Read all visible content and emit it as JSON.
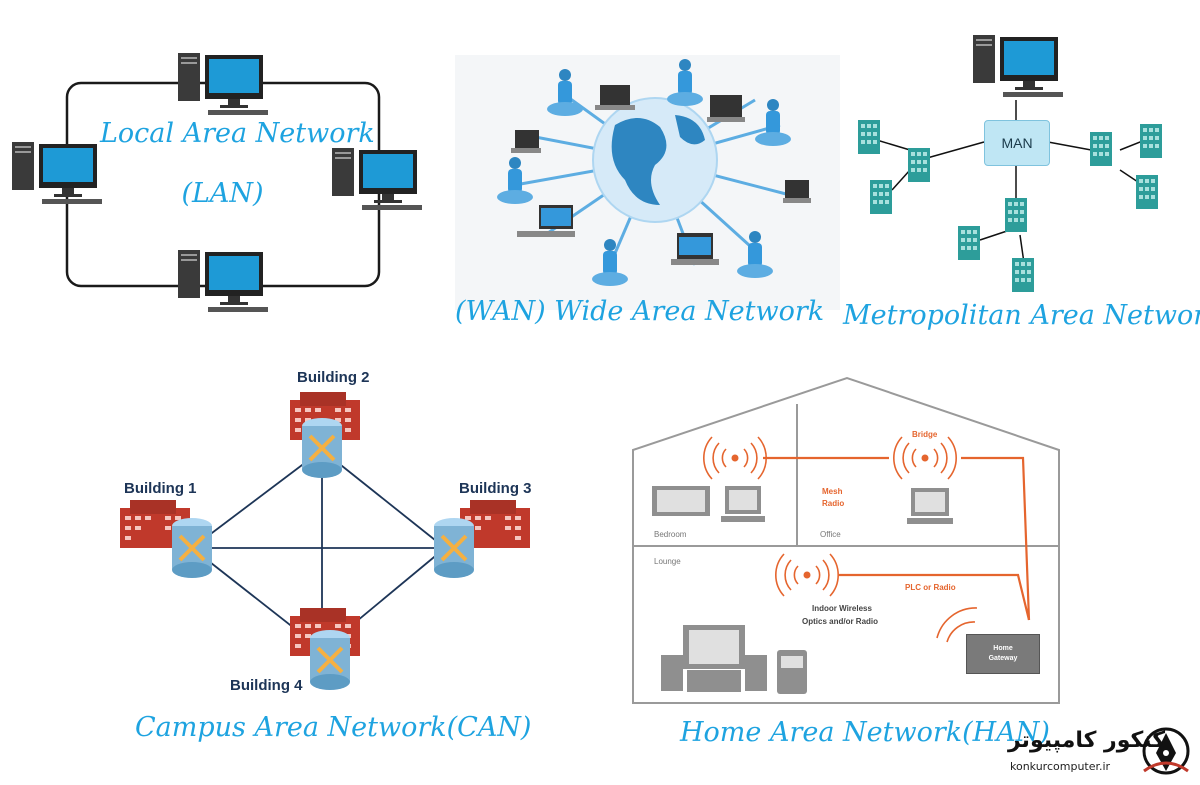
{
  "lan": {
    "title_line1": "Local Area Network",
    "title_line2": "(LAN)"
  },
  "wan": {
    "title": "(WAN) Wide Area Network"
  },
  "man": {
    "title": "Metropolitan Area Network",
    "hub_label": "MAN"
  },
  "can": {
    "title": "Campus Area Network(CAN)",
    "buildings": [
      "Building 1",
      "Building 2",
      "Building 3",
      "Building 4"
    ]
  },
  "han": {
    "title": "Home Area Network(HAN)",
    "labels": {
      "bridge": "Bridge",
      "mesh_radio_1": "Mesh",
      "mesh_radio_2": "Radio",
      "bedroom": "Bedroom",
      "office": "Office",
      "lounge": "Lounge",
      "plc": "PLC or Radio",
      "indoor_1": "Indoor Wireless",
      "indoor_2": "Optics and/or Radio",
      "gateway_1": "Home",
      "gateway_2": "Gateway"
    }
  },
  "logo": {
    "name_fa": "کنکور کامپیوتر",
    "domain": "konkurcomputer.ir"
  },
  "colors": {
    "caption": "#1ea3e0",
    "can_router": "#7fb3d5",
    "building": "#c0392b",
    "han_signal": "#e5652e"
  }
}
